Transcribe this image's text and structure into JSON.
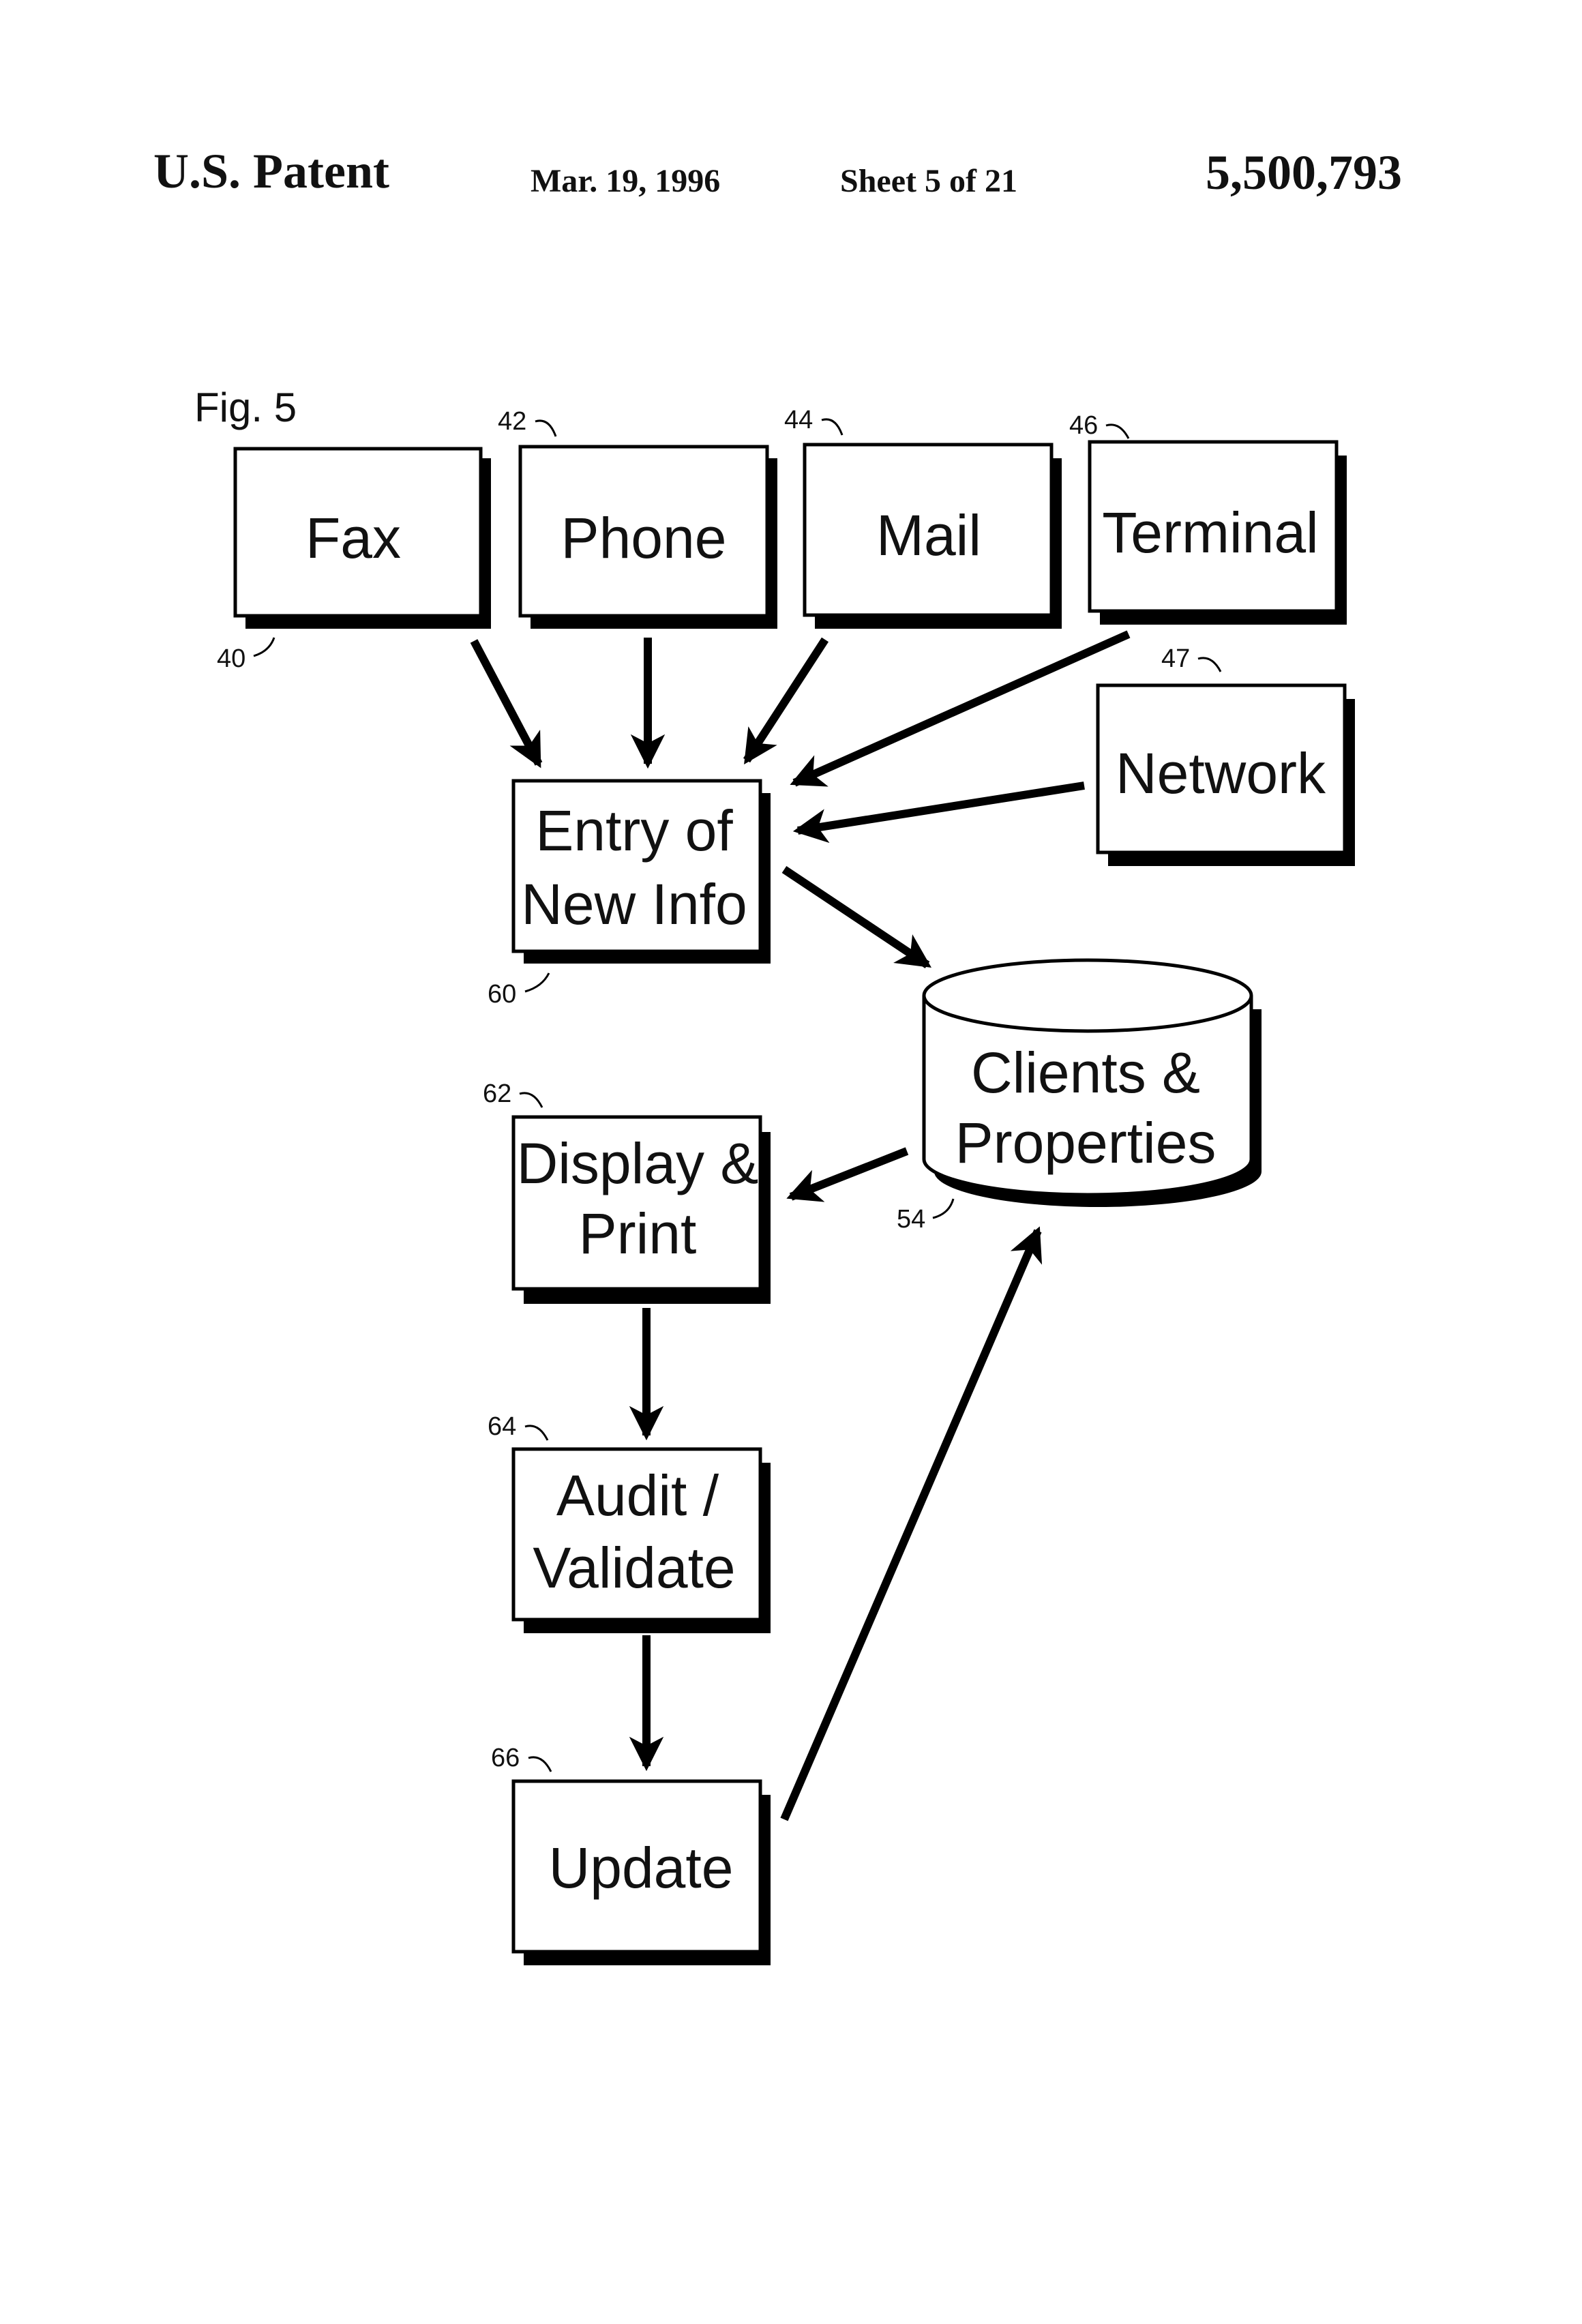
{
  "header": {
    "left": "U.S. Patent",
    "date": "Mar. 19, 1996",
    "sheet": "Sheet 5 of 21",
    "patent_number": "5,500,793"
  },
  "figure": {
    "label": "Fig. 5",
    "nodes": {
      "fax": {
        "text": "Fax",
        "ref": "40"
      },
      "phone": {
        "text": "Phone",
        "ref": "42"
      },
      "mail": {
        "text": "Mail",
        "ref": "44"
      },
      "terminal": {
        "text": "Terminal",
        "ref": "46"
      },
      "network": {
        "text": "Network",
        "ref": "47"
      },
      "entry": {
        "line1": "Entry of",
        "line2": "New Info",
        "ref": "60"
      },
      "database": {
        "line1": "Clients &",
        "line2": "Properties",
        "ref": "54"
      },
      "display": {
        "line1": "Display &",
        "line2": "Print",
        "ref": "62"
      },
      "audit": {
        "line1": "Audit /",
        "line2": "Validate",
        "ref": "64"
      },
      "update": {
        "text": "Update",
        "ref": "66"
      }
    }
  }
}
